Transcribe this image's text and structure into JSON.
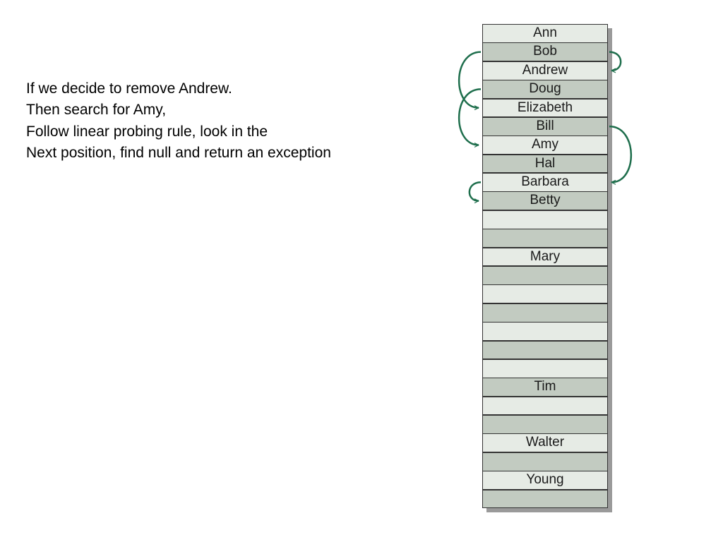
{
  "explanation": {
    "lines": [
      "If we decide to remove Andrew.",
      "Then search for Amy,",
      "Follow linear probing rule, look in the",
      "Next position, find null and return an exception"
    ]
  },
  "hash_table": {
    "colors": {
      "light_slot": "#e6ebe5",
      "dark_slot": "#c2cbc1",
      "border": "#333333",
      "arrow": "#1e6e4c"
    },
    "slots": [
      "Ann",
      "Bob",
      "Andrew",
      "Doug",
      "Elizabeth",
      "Bill",
      "Amy",
      "Hal",
      "Barbara",
      "Betty",
      "",
      "",
      "Mary",
      "",
      "",
      "",
      "",
      "",
      "",
      "Tim",
      "",
      "",
      "Walter",
      "",
      "Young",
      ""
    ]
  },
  "probe_arrows": [
    {
      "from": "Bob",
      "to": "Andrew",
      "side": "right"
    },
    {
      "from": "Bob",
      "to": "Elizabeth",
      "side": "left"
    },
    {
      "from": "Doug",
      "to": "Amy",
      "side": "left"
    },
    {
      "from": "Bill",
      "to": "Barbara",
      "side": "right"
    },
    {
      "from": "Barbara",
      "to": "Betty",
      "side": "left"
    }
  ]
}
